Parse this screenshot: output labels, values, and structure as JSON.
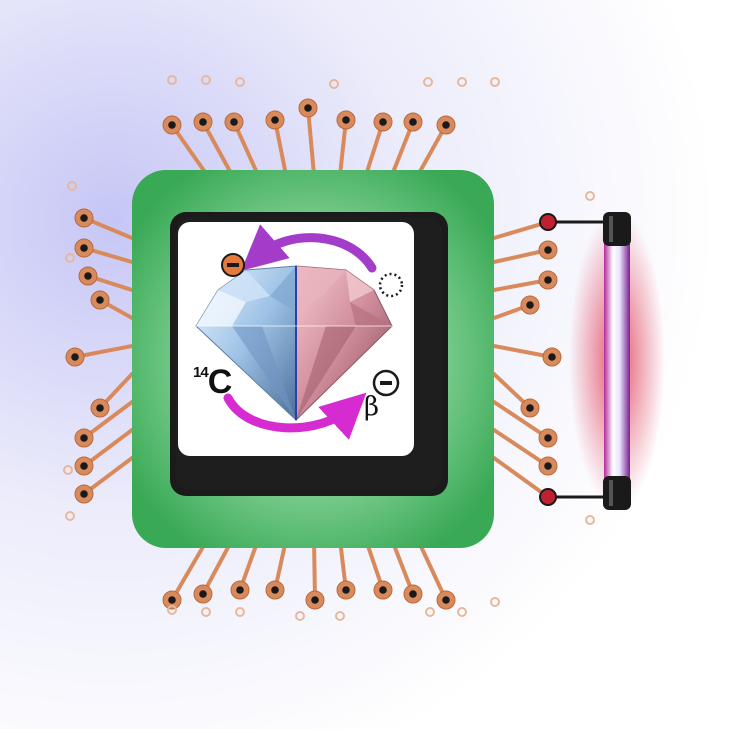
{
  "labels": {
    "isotope_mass": "14",
    "isotope_symbol": "C",
    "beta": "β",
    "minus": "−"
  },
  "icons": {
    "chip": "microchip-icon",
    "diamond": "diamond-icon",
    "electron": "electron-icon",
    "hole": "hole-icon",
    "lamp": "light-tube-icon"
  },
  "colors": {
    "board": "#3fb35a",
    "board_inner": "#8ed7a0",
    "copper": "#d98a5c",
    "die_frame": "#1a1a1a",
    "arrow_top": "#a23cc9",
    "arrow_bottom": "#d62bd0",
    "electron": "#e47a3c",
    "lamp_glow": "#d62f4f"
  }
}
